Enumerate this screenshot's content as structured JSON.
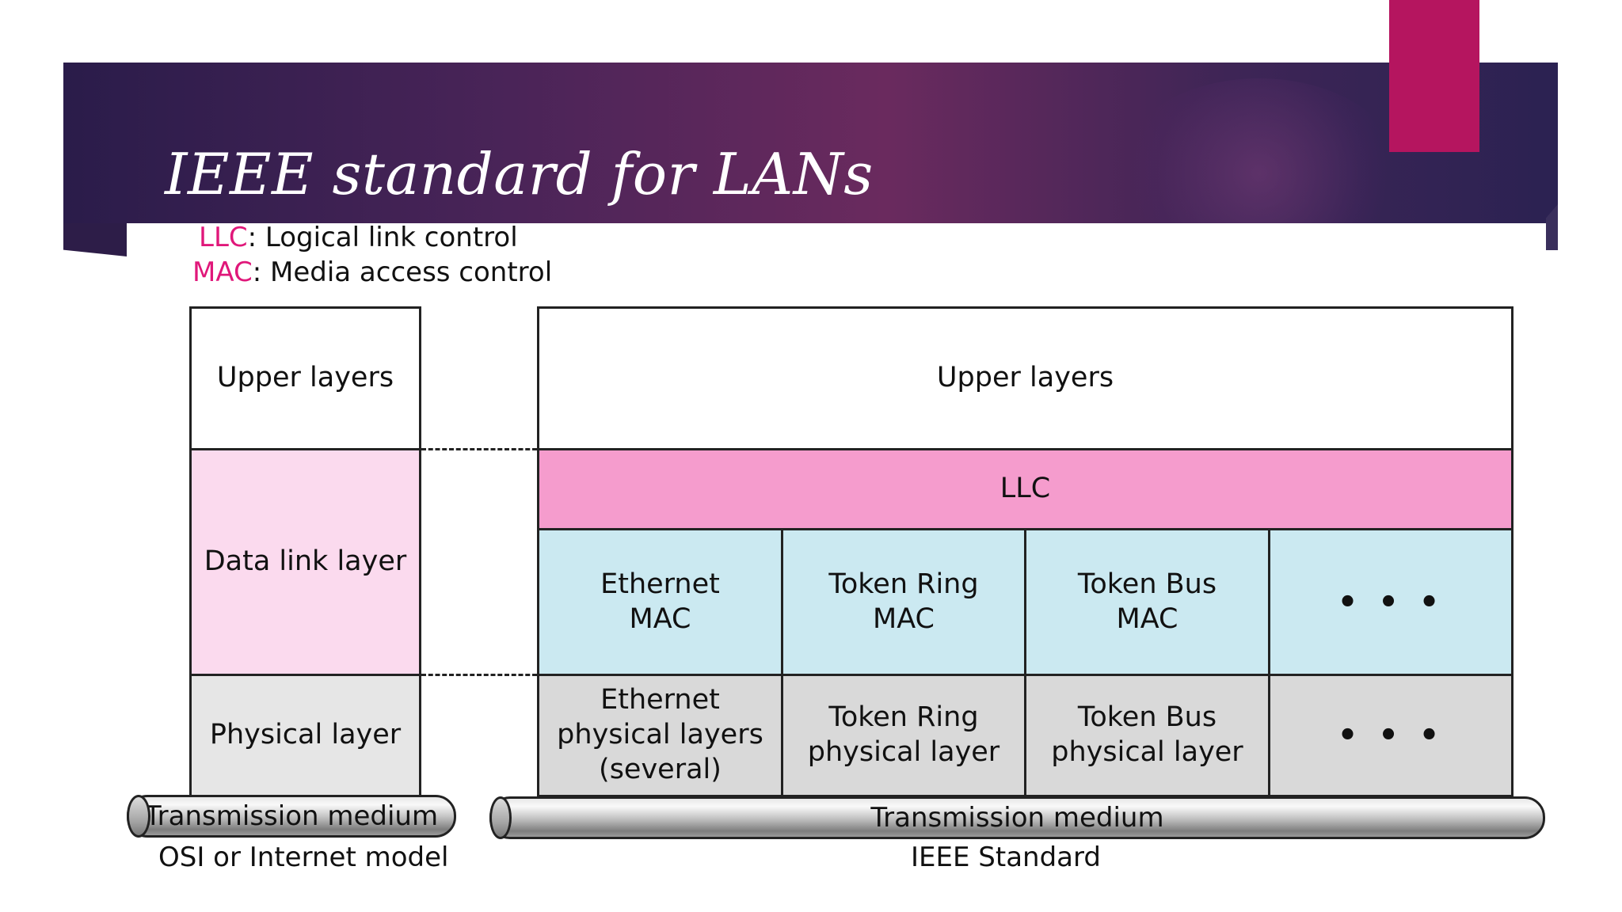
{
  "slide": {
    "title": "IEEE standard for LANs",
    "accent_color": "#b5155f"
  },
  "legend": {
    "llc_abbr": "LLC",
    "llc_text": ": Logical link control",
    "mac_abbr": "MAC",
    "mac_text": ": Media access control",
    "abbr_color": "#e0177a"
  },
  "osi_model": {
    "upper": "Upper layers",
    "datalink": "Data link layer",
    "physical": "Physical layer",
    "medium": "Transmission medium",
    "caption": "OSI or Internet model"
  },
  "ieee_model": {
    "upper": "Upper layers",
    "llc": "LLC",
    "mac_cells": [
      "Ethernet\nMAC",
      "Token Ring\nMAC",
      "Token Bus\nMAC",
      "• • •"
    ],
    "phy_cells": [
      "Ethernet\nphysical layers\n(several)",
      "Token Ring\nphysical layer",
      "Token Bus\nphysical layer",
      "• • •"
    ],
    "medium": "Transmission medium",
    "caption": "IEEE Standard"
  }
}
